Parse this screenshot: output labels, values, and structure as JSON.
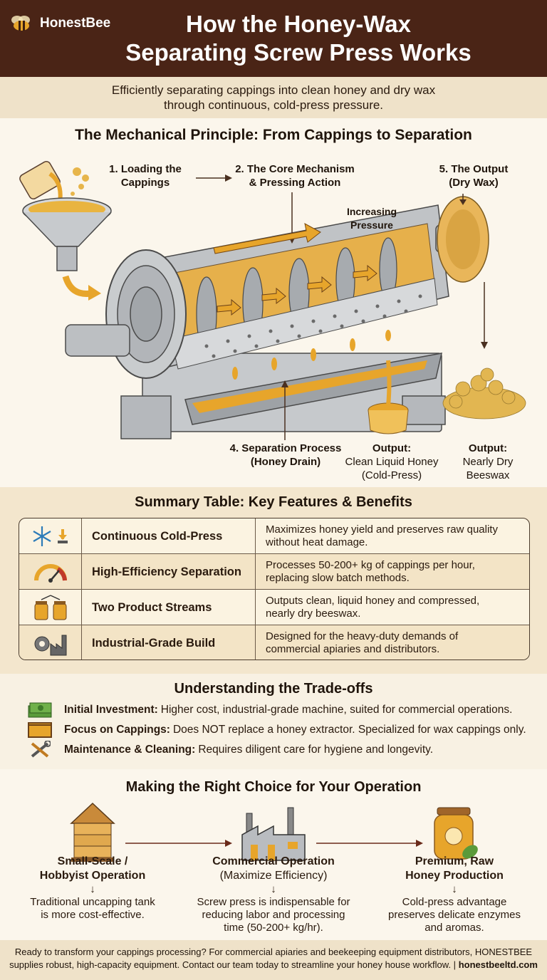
{
  "brand": {
    "name": "HonestBee"
  },
  "header": {
    "title_line1": "How the Honey-Wax",
    "title_line2": "Separating Screw Press Works"
  },
  "subtitle": {
    "line1": "Efficiently separating cappings into clean honey and dry wax",
    "line2": "through continuous, cold-press pressure."
  },
  "diagram": {
    "title": "The Mechanical Principle: From Cappings to Separation",
    "step1": {
      "line1": "1. Loading the",
      "line2": "Cappings"
    },
    "step2": {
      "line1": "2. The Core Mechanism",
      "line2": "& Pressing Action"
    },
    "step5": {
      "line1": "5. The Output",
      "line2": "(Dry Wax)"
    },
    "pressure": {
      "line1": "Increasing",
      "line2": "Pressure"
    },
    "step4": {
      "line1": "4. Separation Process",
      "line2": "(Honey Drain)"
    },
    "out_honey": {
      "head": "Output:",
      "line1": "Clean Liquid Honey",
      "line2": "(Cold-Press)"
    },
    "out_wax": {
      "head": "Output:",
      "line1": "Nearly Dry",
      "line2": "Beeswax"
    }
  },
  "summary": {
    "title": "Summary Table: Key Features & Benefits",
    "rows": [
      {
        "icon": "snowflake-icon",
        "feature": "Continuous Cold-Press",
        "desc1": "Maximizes honey yield and preserves raw quality",
        "desc2": "without heat damage."
      },
      {
        "icon": "gauge-icon",
        "feature": "High-Efficiency Separation",
        "desc1": "Processes 50-200+ kg of cappings per hour,",
        "desc2": "replacing slow batch methods."
      },
      {
        "icon": "jars-icon",
        "feature": "Two Product Streams",
        "desc1": "Outputs clean, liquid honey and compressed,",
        "desc2": "nearly dry beeswax."
      },
      {
        "icon": "factory-gear-icon",
        "feature": "Industrial-Grade Build",
        "desc1": "Designed for the heavy-duty demands of",
        "desc2": "commercial apiaries and distributors."
      }
    ]
  },
  "tradeoffs": {
    "title": "Understanding the Trade-offs",
    "items": [
      {
        "icon": "money-icon",
        "label": "Initial Investment:",
        "text": "Higher cost, industrial-grade machine, suited for commercial operations."
      },
      {
        "icon": "honeycomb-frame-icon",
        "label": "Focus on Cappings:",
        "text": "Does NOT replace a honey extractor. Specialized for wax cappings only."
      },
      {
        "icon": "tools-icon",
        "label": "Maintenance & Cleaning:",
        "text": "Requires diligent care for hygiene and longevity."
      }
    ]
  },
  "choice": {
    "title": "Making the Right Choice for Your Operation",
    "cols": [
      {
        "head1": "Small-Scale /",
        "head2": "Hobbyist Operation",
        "body1": "Traditional uncapping tank",
        "body2": "is more cost-effective.",
        "body3": ""
      },
      {
        "head1": "Commercial Operation",
        "head2": "(Maximize Efficiency)",
        "body1": "Screw press is indispensable for",
        "body2": "reducing labor and processing",
        "body3": "time (50-200+ kg/hr)."
      },
      {
        "head1": "Premium, Raw",
        "head2": "Honey Production",
        "body1": "Cold-press advantage",
        "body2": "preserves delicate enzymes",
        "body3": "and aromas."
      }
    ],
    "arrow": "↓"
  },
  "footer": {
    "line1": "Ready to transform your cappings processing? For commercial apiaries and beekeeping equipment distributors, HONESTBEE",
    "line2": "supplies robust, high-capacity equipment. Contact our team today to streamline your honey house workflow. |",
    "site": "honestbeeltd.com"
  },
  "colors": {
    "brown": "#4a2416",
    "honey": "#e7a52b",
    "steel": "#b9bcc0",
    "cream": "#f8f1e3"
  }
}
